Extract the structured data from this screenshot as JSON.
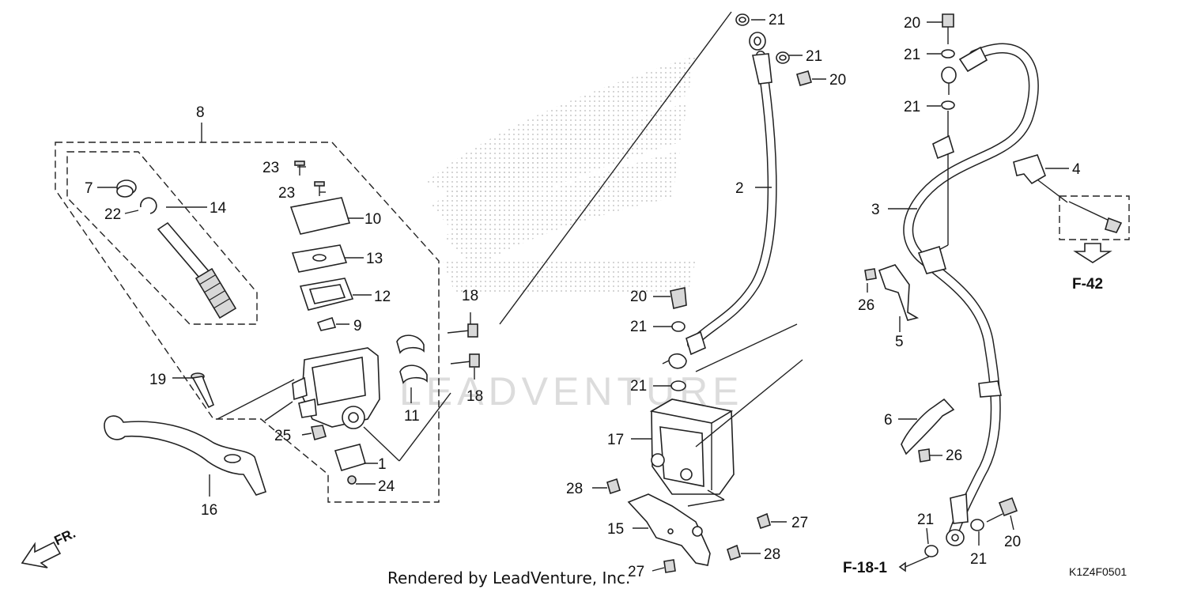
{
  "diagram": {
    "watermark": "LEADVENTURE",
    "credit": "Rendered by LeadVenture, Inc.",
    "diagram_code": "K1Z4F0501",
    "front_arrow_label": "FR.",
    "refs": {
      "f42": "F-42",
      "f181": "F-18-1"
    },
    "callouts": [
      {
        "id": "c1",
        "text": "1"
      },
      {
        "id": "c2",
        "text": "2"
      },
      {
        "id": "c3",
        "text": "3"
      },
      {
        "id": "c4",
        "text": "4"
      },
      {
        "id": "c5",
        "text": "5"
      },
      {
        "id": "c6",
        "text": "6"
      },
      {
        "id": "c7",
        "text": "7"
      },
      {
        "id": "c8",
        "text": "8"
      },
      {
        "id": "c9",
        "text": "9"
      },
      {
        "id": "c10",
        "text": "10"
      },
      {
        "id": "c11",
        "text": "11"
      },
      {
        "id": "c12",
        "text": "12"
      },
      {
        "id": "c13",
        "text": "13"
      },
      {
        "id": "c14",
        "text": "14"
      },
      {
        "id": "c15",
        "text": "15"
      },
      {
        "id": "c16",
        "text": "16"
      },
      {
        "id": "c17",
        "text": "17"
      },
      {
        "id": "c18a",
        "text": "18"
      },
      {
        "id": "c18b",
        "text": "18"
      },
      {
        "id": "c19",
        "text": "19"
      },
      {
        "id": "c20a",
        "text": "20"
      },
      {
        "id": "c20b",
        "text": "20"
      },
      {
        "id": "c20c",
        "text": "20"
      },
      {
        "id": "c20d",
        "text": "20"
      },
      {
        "id": "c21a",
        "text": "21"
      },
      {
        "id": "c21b",
        "text": "21"
      },
      {
        "id": "c21c",
        "text": "21"
      },
      {
        "id": "c21d",
        "text": "21"
      },
      {
        "id": "c21e",
        "text": "21"
      },
      {
        "id": "c21f",
        "text": "21"
      },
      {
        "id": "c21g",
        "text": "21"
      },
      {
        "id": "c21h",
        "text": "21"
      },
      {
        "id": "c22",
        "text": "22"
      },
      {
        "id": "c23a",
        "text": "23"
      },
      {
        "id": "c23b",
        "text": "23"
      },
      {
        "id": "c24",
        "text": "24"
      },
      {
        "id": "c25",
        "text": "25"
      },
      {
        "id": "c26a",
        "text": "26"
      },
      {
        "id": "c26b",
        "text": "26"
      },
      {
        "id": "c27a",
        "text": "27"
      },
      {
        "id": "c27b",
        "text": "27"
      },
      {
        "id": "c28a",
        "text": "28"
      },
      {
        "id": "c28b",
        "text": "28"
      }
    ]
  }
}
